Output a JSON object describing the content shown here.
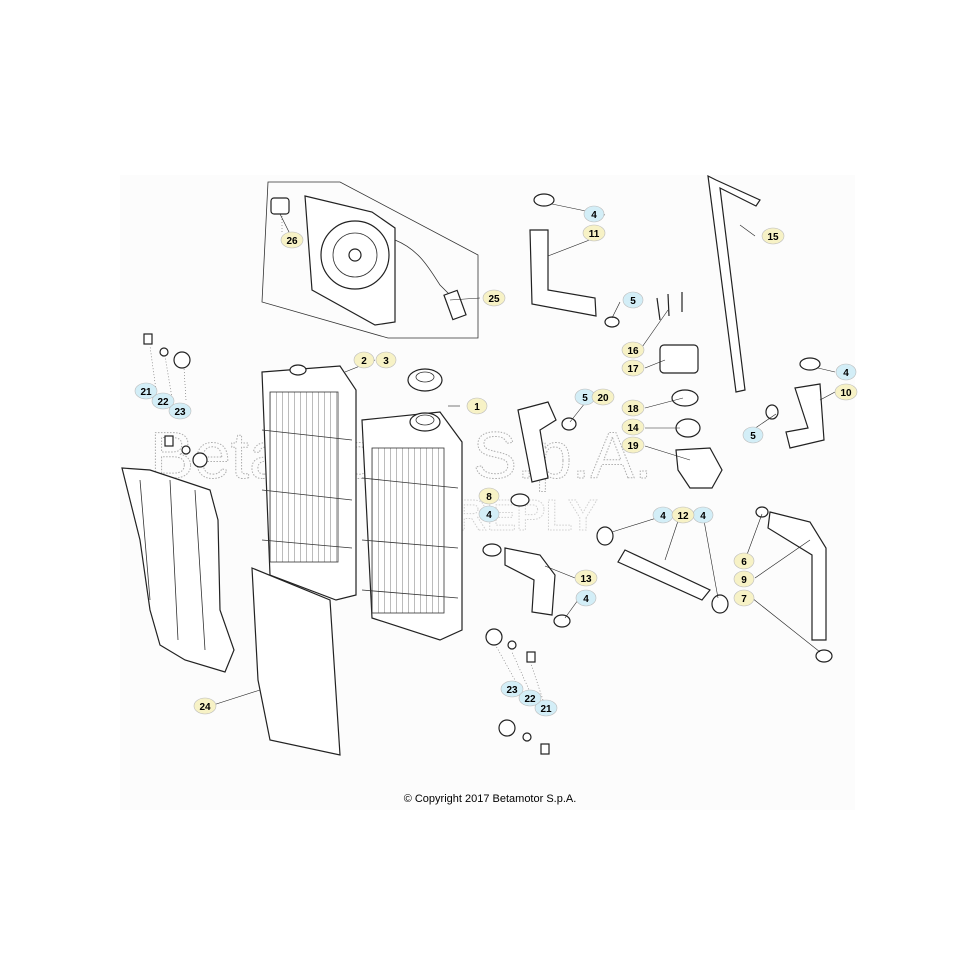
{
  "watermark": {
    "company": "Betamotor S.p.A.",
    "overlay": "REPLY"
  },
  "copyright": "© Copyright 2017 Betamotor S.p.A.",
  "colors": {
    "yellow_callout": "#f7f2c6",
    "blue_callout": "#d3eef7",
    "background": "#fcfcfc"
  },
  "callouts": {
    "c1": "1",
    "c2": "2",
    "c3": "3",
    "c4": "4",
    "c5": "5",
    "c6": "6",
    "c7": "7",
    "c8": "8",
    "c9": "9",
    "c10": "10",
    "c11": "11",
    "c12": "12",
    "c13": "13",
    "c14": "14",
    "c15": "15",
    "c16": "16",
    "c17": "17",
    "c18": "18",
    "c19": "19",
    "c20": "20",
    "c21": "21",
    "c22": "22",
    "c23": "23",
    "c24": "24",
    "c25": "25",
    "c26": "26"
  }
}
